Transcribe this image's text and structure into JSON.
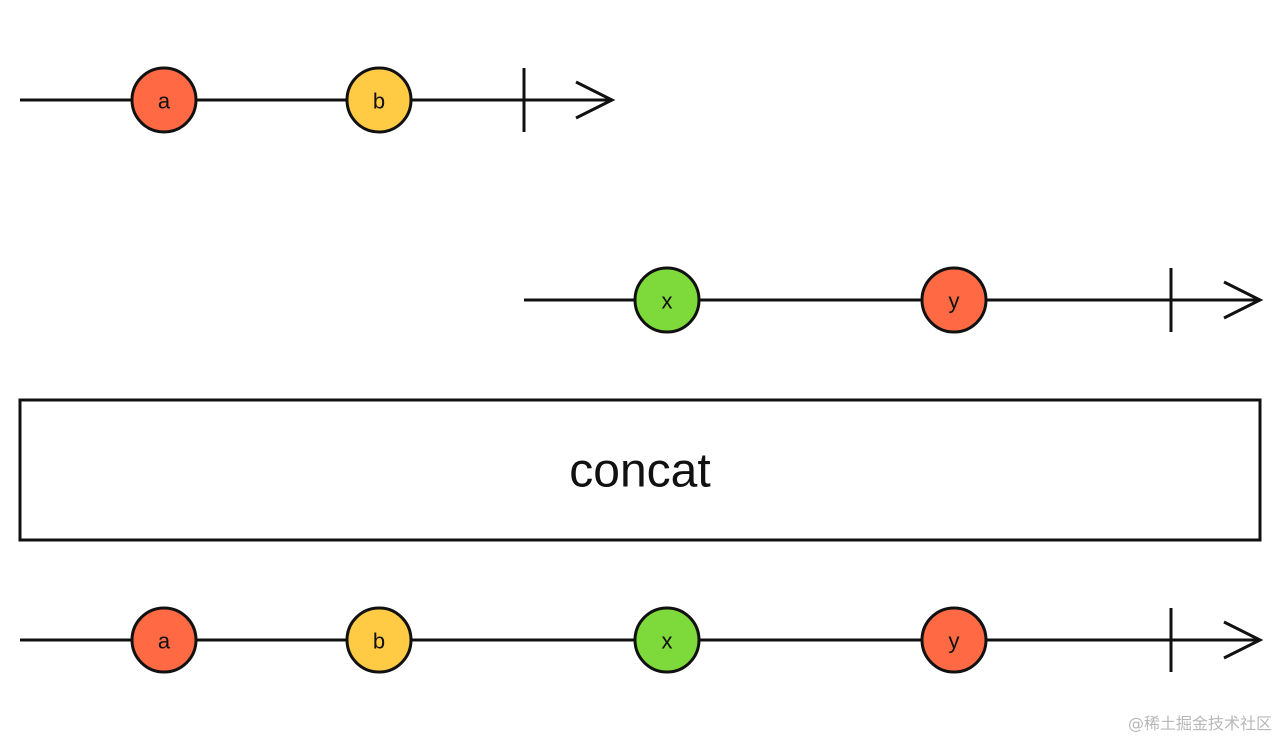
{
  "operator": {
    "label": "concat"
  },
  "colors": {
    "a": "#ff6a45",
    "b": "#ffcb45",
    "x": "#7ed93a",
    "y": "#ff6a45"
  },
  "streams": [
    {
      "id": "input-1",
      "marbles": [
        {
          "label": "a",
          "color_key": "a"
        },
        {
          "label": "b",
          "color_key": "b"
        }
      ],
      "completes": true
    },
    {
      "id": "input-2",
      "marbles": [
        {
          "label": "x",
          "color_key": "x"
        },
        {
          "label": "y",
          "color_key": "y"
        }
      ],
      "completes": true
    },
    {
      "id": "output",
      "marbles": [
        {
          "label": "a",
          "color_key": "a"
        },
        {
          "label": "b",
          "color_key": "b"
        },
        {
          "label": "x",
          "color_key": "x"
        },
        {
          "label": "y",
          "color_key": "y"
        }
      ],
      "completes": true
    }
  ],
  "watermark": "@稀土掘金技术社区"
}
